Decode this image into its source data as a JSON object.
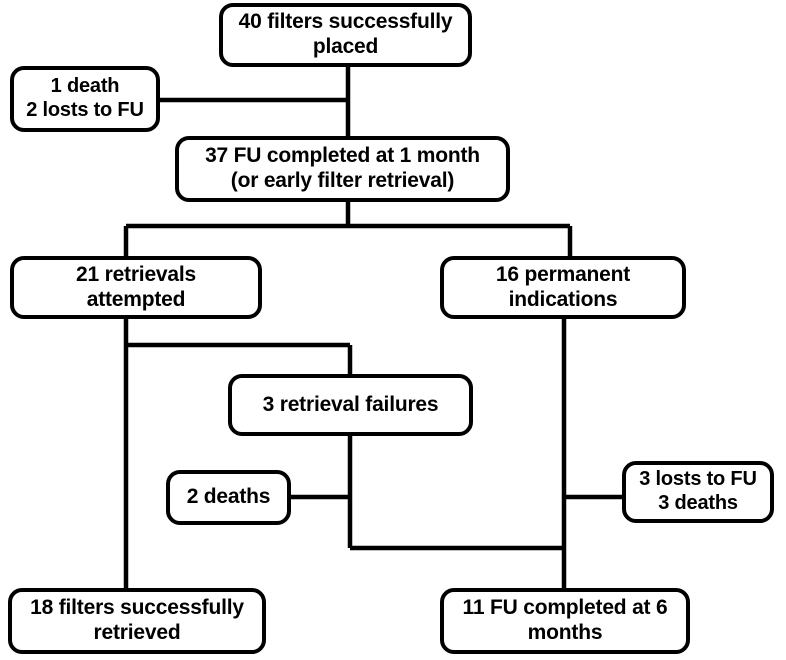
{
  "diagram": {
    "title": "IVC filter follow-up flow diagram",
    "type": "flowchart",
    "stroke_color": "#000000",
    "fill_color": "#ffffff",
    "nodes": [
      {
        "id": "placed",
        "label": "40 filters successfully\nplaced",
        "count": 40
      },
      {
        "id": "loss_month",
        "label": "1 death\n2 losts to FU",
        "count": 3
      },
      {
        "id": "fu_1month",
        "label": "37 FU completed at 1 month\n(or early filter retrieval)",
        "count": 37
      },
      {
        "id": "retrievals",
        "label": "21 retrievals\nattempted",
        "count": 21
      },
      {
        "id": "permanent",
        "label": "16 permanent\nindications",
        "count": 16
      },
      {
        "id": "failures",
        "label": "3 retrieval failures",
        "count": 3
      },
      {
        "id": "deaths_2",
        "label": "2 deaths",
        "count": 2
      },
      {
        "id": "loss_6month",
        "label": "3 losts to FU\n3 deaths",
        "count": 6
      },
      {
        "id": "retrieved",
        "label": "18 filters successfully\nretrieved",
        "count": 18
      },
      {
        "id": "fu_6month",
        "label": "11 FU completed at 6\nmonths",
        "count": 11
      }
    ],
    "edges": [
      {
        "from": "placed",
        "to": "fu_1month"
      },
      {
        "from": "placed",
        "to": "loss_month"
      },
      {
        "from": "fu_1month",
        "to": "retrievals"
      },
      {
        "from": "fu_1month",
        "to": "permanent"
      },
      {
        "from": "retrievals",
        "to": "retrieved"
      },
      {
        "from": "retrievals",
        "to": "failures"
      },
      {
        "from": "failures",
        "to": "fu_6month"
      },
      {
        "from": "deaths_2",
        "to": "fu_6month"
      },
      {
        "from": "permanent",
        "to": "fu_6month"
      },
      {
        "from": "permanent",
        "to": "loss_6month"
      }
    ]
  }
}
